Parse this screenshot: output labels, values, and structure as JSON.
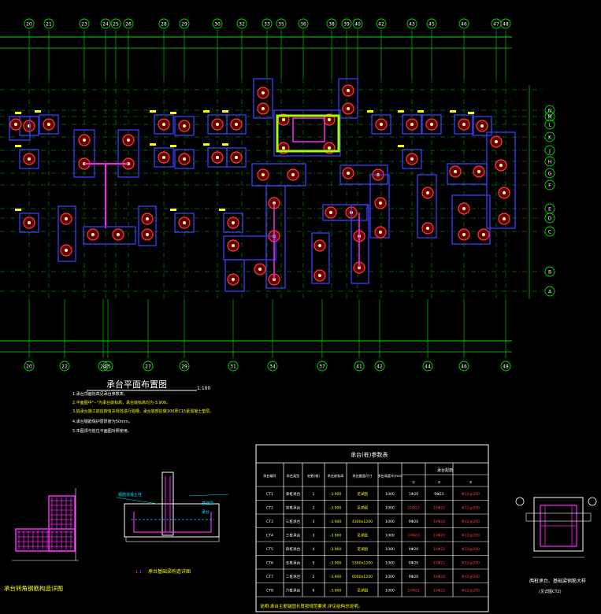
{
  "axes_top": [
    "20",
    "21",
    "23",
    "24",
    "25",
    "26",
    "28",
    "29",
    "30",
    "32",
    "33",
    "35",
    "36",
    "38",
    "39",
    "40",
    "42",
    "43",
    "45",
    "46",
    "47",
    "48"
  ],
  "axes_bottom": [
    "20",
    "22",
    "24",
    "25",
    "27",
    "29",
    "31",
    "34",
    "37",
    "41",
    "42",
    "44",
    "46",
    "48"
  ],
  "axes_right": [
    "N",
    "M",
    "L",
    "K",
    "J",
    "H",
    "G",
    "F",
    "E",
    "D",
    "C",
    "B",
    "A"
  ],
  "plan_title": "承台平面布置图",
  "plan_scale": "1:100",
  "notes": [
    "1.承台顶面标高见承台参数表。",
    "2.平面图中\"--\"为承台底标高，承台底标高均为-3.900。",
    "3.桩承台施工前应按有关规范进行验槽，承台底部应做100厚C15素混凝土垫层。",
    "4.承台钢筋保护层厚度为50mm。",
    "5.本图须与桩位平面图对照使用。"
  ],
  "table": {
    "title": "承台(桩)参数表",
    "headers": [
      "承台编号",
      "承台类型",
      "桩数(根)",
      "承台底标高",
      "承台截面尺寸",
      "承台高度H(mm)",
      "①",
      "②",
      "③"
    ],
    "rebar_group": "承台配筋",
    "rows": [
      [
        "CT1",
        "单桩承台",
        "1",
        "-3.900",
        "见详图",
        "1000",
        "1Φ20",
        "9Φ22",
        "Φ12@200"
      ],
      [
        "CT2",
        "双桩承台",
        "2",
        "-3.900",
        "见详图",
        "1000",
        "10Φ22",
        "10Φ22",
        "Φ12@200"
      ],
      [
        "CT3",
        "三桩承台",
        "3",
        "-3.900",
        "4300x1200",
        "1000",
        "9Φ20",
        "10Φ20",
        "Φ12@200"
      ],
      [
        "CT4",
        "三桩承台",
        "3",
        "-3.900",
        "见详图",
        "1000",
        "10Φ20",
        "10Φ20",
        "Φ12@200"
      ],
      [
        "CT5",
        "四桩承台",
        "4",
        "-3.900",
        "见详图",
        "1000",
        "9Φ20",
        "10Φ22",
        "Φ12@200"
      ],
      [
        "CT6",
        "五桩承台",
        "5",
        "-3.900",
        "5300x1200",
        "1000",
        "9Φ20",
        "10Φ22",
        "Φ12@200"
      ],
      [
        "CT7",
        "二桩承台",
        "2",
        "-3.900",
        "6000x1200",
        "1000",
        "9Φ20",
        "10Φ20",
        "Φ12@200"
      ],
      [
        "CT8",
        "六桩承台",
        "6",
        "-3.900",
        "见详图",
        "1000",
        "10Φ22",
        "10Φ22",
        "Φ12@200"
      ]
    ],
    "footer": "说明:承台主筋锚固长度按规范要求,详见结构总说明。"
  },
  "detail_left_title": "承台转角钢筋构造详图",
  "detail_mid_title": "承台基础梁构造详图",
  "detail_mid_section": "1-1",
  "detail_mid_labels": [
    "钢筋混凝土柱",
    "基础梁",
    "承台"
  ],
  "detail_right_title": "两桩承台、基础梁钢筋大样",
  "detail_right_sub": "(见详图CT2)",
  "colors": {
    "grid": "#00e000",
    "pile": "#ff3b3b",
    "cap": "#3b3bff",
    "rebar": "#ff22ff",
    "text": "#ffffff",
    "tag": "#ffff00",
    "highlight": "#a0ff00"
  }
}
